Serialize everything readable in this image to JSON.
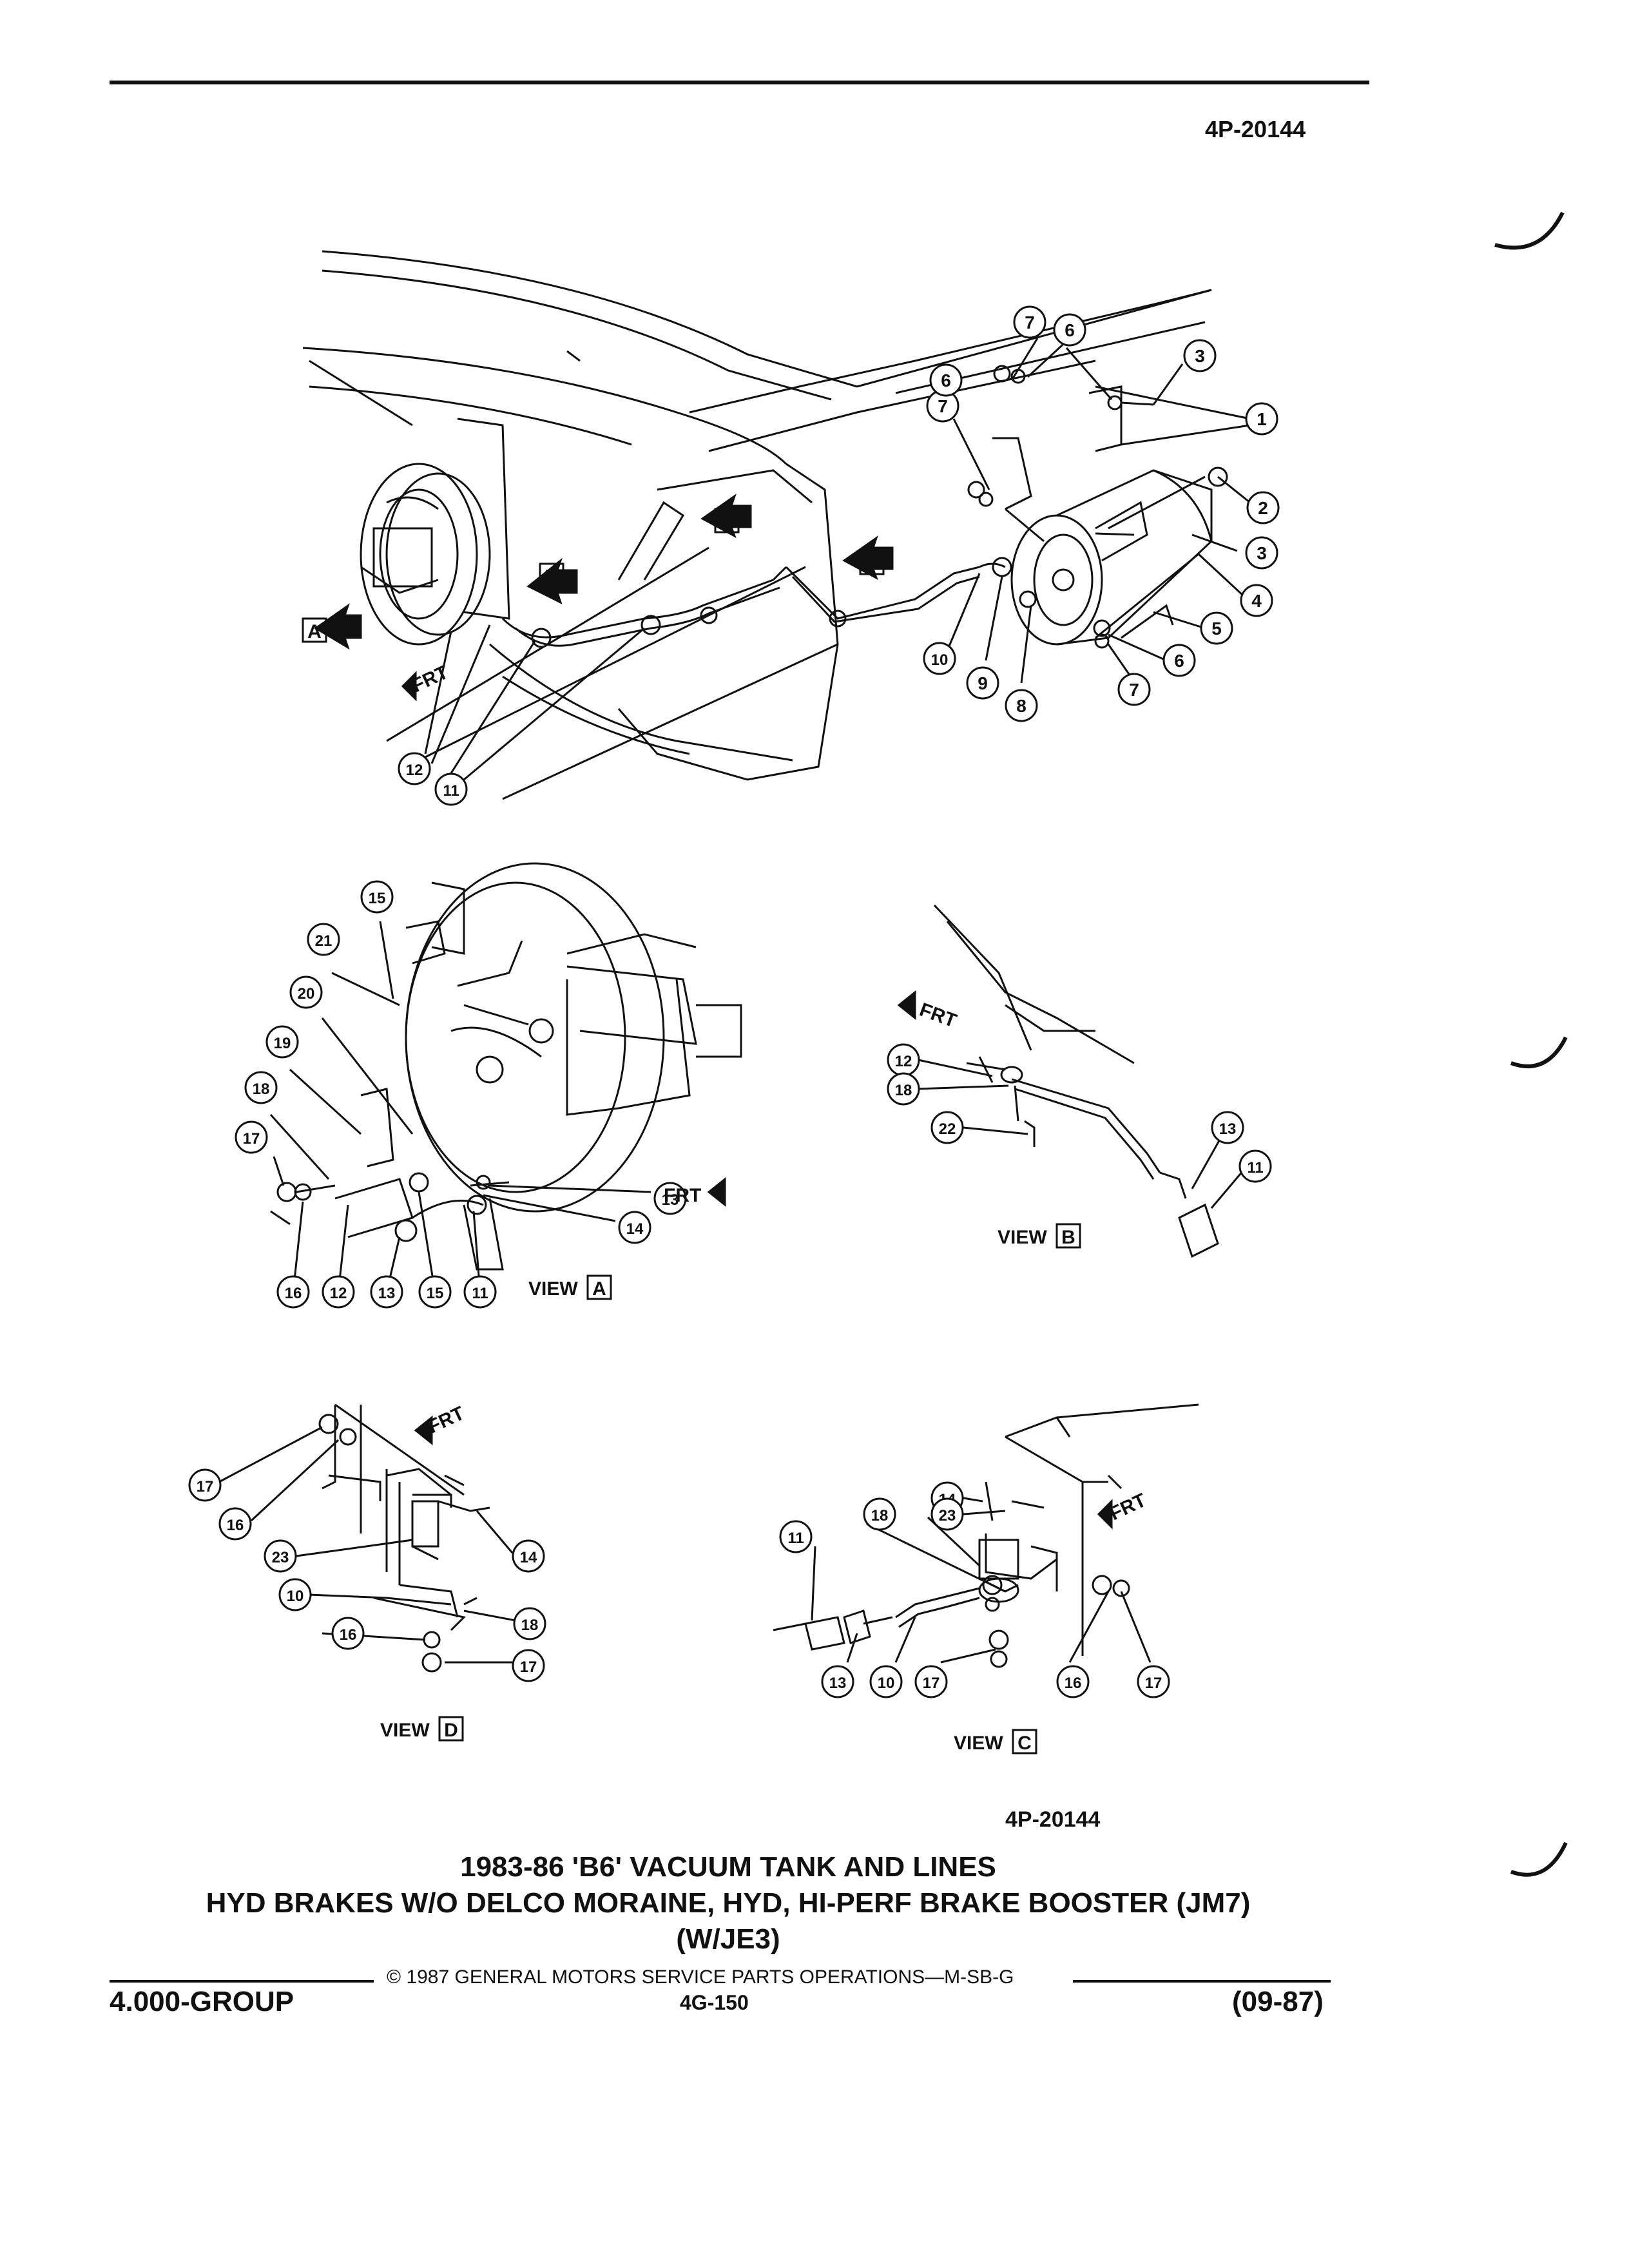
{
  "header": {
    "code_top": "4P-20144"
  },
  "footer": {
    "code_bottom": "4P-20144",
    "title_line1": "1983-86 'B6' VACUUM TANK AND LINES",
    "title_line2": "HYD BRAKES W/O DELCO MORAINE, HYD, HI-PERF BRAKE BOOSTER (JM7)",
    "title_line3": "(W/JE3)",
    "copyright": "© 1987 GENERAL MOTORS SERVICE PARTS OPERATIONS—M-SB-G",
    "group": "4.000-GROUP",
    "page_number": "4G-150",
    "date": "(09-87)"
  },
  "diagram": {
    "view_word": "VIEW",
    "direction_label": "FRT",
    "view_letters": {
      "a": "A",
      "b": "B",
      "c": "C",
      "d": "D"
    },
    "callouts": {
      "c1": "1",
      "c2": "2",
      "c3": "3",
      "c4": "4",
      "c5": "5",
      "c6": "6",
      "c7": "7",
      "c8": "8",
      "c9": "9",
      "c10": "10",
      "c11": "11",
      "c12": "12",
      "c13": "13",
      "c14": "14",
      "c15": "15",
      "c16": "16",
      "c17": "17",
      "c18": "18",
      "c19": "19",
      "c20": "20",
      "c21": "21",
      "c22": "22",
      "c23": "23"
    }
  }
}
